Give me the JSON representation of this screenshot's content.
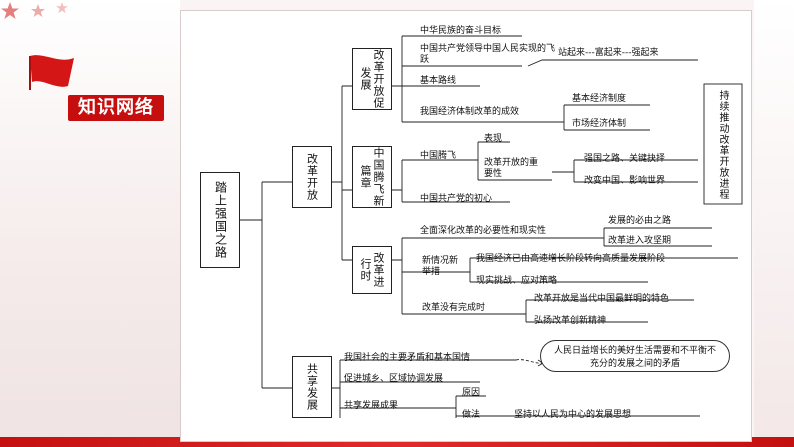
{
  "badge": "知识网络",
  "root": "踏上强国之路",
  "branches": {
    "gaige": "改革开放",
    "gongxiang": "共享发展"
  },
  "sub": {
    "gkcf": "改革开放促发展",
    "zgtf": "中国腾飞新篇章",
    "gjxs": "改革进行时"
  },
  "side": "持续推动改革开放进程",
  "gkcf_items": [
    "中华民族的奋斗目标",
    "中国共产党领导中国人民实现的飞跃",
    "站起来---富起来---强起来",
    "基本路线",
    "我国经济体制改革的成效",
    "基本经济制度",
    "市场经济体制"
  ],
  "zgtf_items": [
    "中国腾飞",
    "表现",
    "改革开放的重要性",
    "强国之路、关键抉择",
    "改变中国、影响世界",
    "中国共产党的初心"
  ],
  "gjxs_items": [
    "全面深化改革的必要性和现实性",
    "发展的必由之路",
    "改革进入攻坚期",
    "新情况新举措",
    "我国经济已由高速增长阶段转向高质量发展阶段",
    "现实挑战、应对策略",
    "改革没有完成时",
    "改革开放是当代中国最鲜明的特色",
    "弘扬改革创新精神"
  ],
  "gxfz_items": [
    "我国社会的主要矛盾和基本国情",
    "人民日益增长的美好生活需要和不平衡不充分的发展之间的矛盾",
    "促进城乡、区域协调发展",
    "共享发展成果",
    "原因",
    "做法",
    "坚持以人民为中心的发展思想"
  ],
  "colors": {
    "accent": "#c60e0e",
    "line": "#222222"
  }
}
